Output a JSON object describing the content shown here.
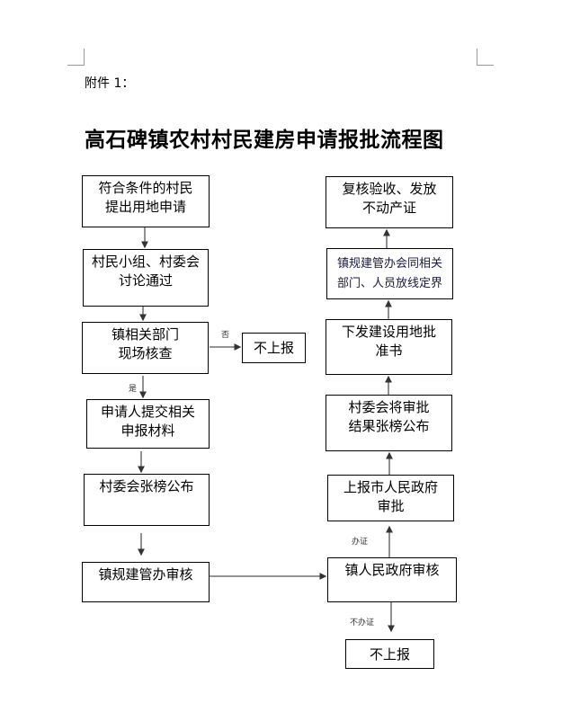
{
  "attachment_label": "附件 1：",
  "title": "高石碑镇农村村民建房申请报批流程图",
  "left_column": [
    {
      "line1": "符合条件的村民",
      "line2": "提出用地申请"
    },
    {
      "line1": "村民小组、村委会",
      "line2": "讨论通过"
    },
    {
      "line1": "镇相关部门",
      "line2": "现场核查"
    },
    {
      "line1": "申请人提交相关",
      "line2": "申报材料"
    },
    {
      "line1": "村委会张榜公布",
      "line2": ""
    },
    {
      "line1": "镇规建管办审核",
      "line2": ""
    }
  ],
  "right_column": [
    {
      "line1": "复核验收、发放",
      "line2": "不动产证"
    },
    {
      "line1": "镇规建管办会同相关",
      "line2": "部门、人员放线定界"
    },
    {
      "line1": "下发建设用地批",
      "line2": "准书"
    },
    {
      "line1": "村委会将审批",
      "line2": "结果张榜公布"
    },
    {
      "line1": "上报市人民政府",
      "line2": "审批"
    },
    {
      "line1": "镇人民政府审核",
      "line2": ""
    }
  ],
  "reject_box_1": "不上报",
  "reject_box_2": "不上报",
  "labels": {
    "no": "否",
    "yes": "是",
    "issue": "办证",
    "no_issue": "不办证"
  }
}
